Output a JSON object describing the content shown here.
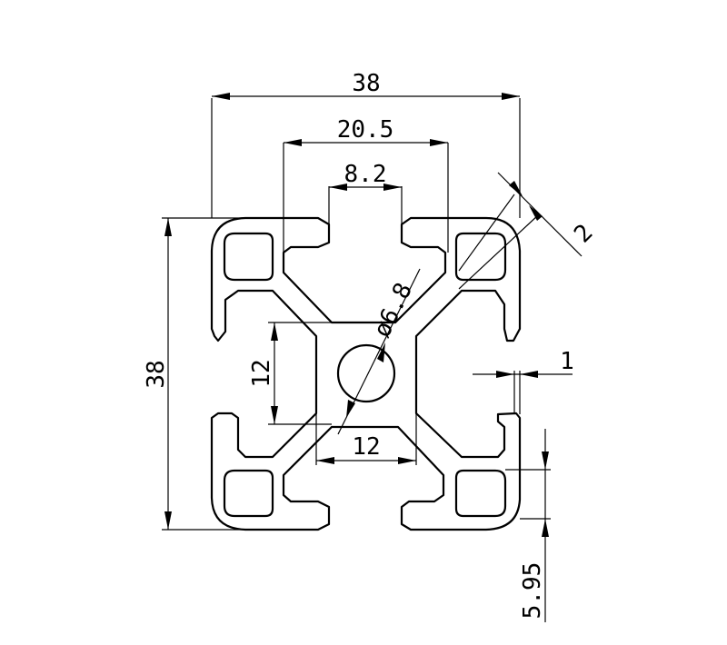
{
  "dimensions": {
    "overall_width": "38",
    "outer_slot_width": "20.5",
    "slot_opening": "8.2",
    "center_bore": "ø6.8",
    "diagonal_offset": "2",
    "overall_height": "38",
    "core_height": "12",
    "core_width": "12",
    "wall_thickness": "1",
    "slot_depth": "5.95"
  }
}
